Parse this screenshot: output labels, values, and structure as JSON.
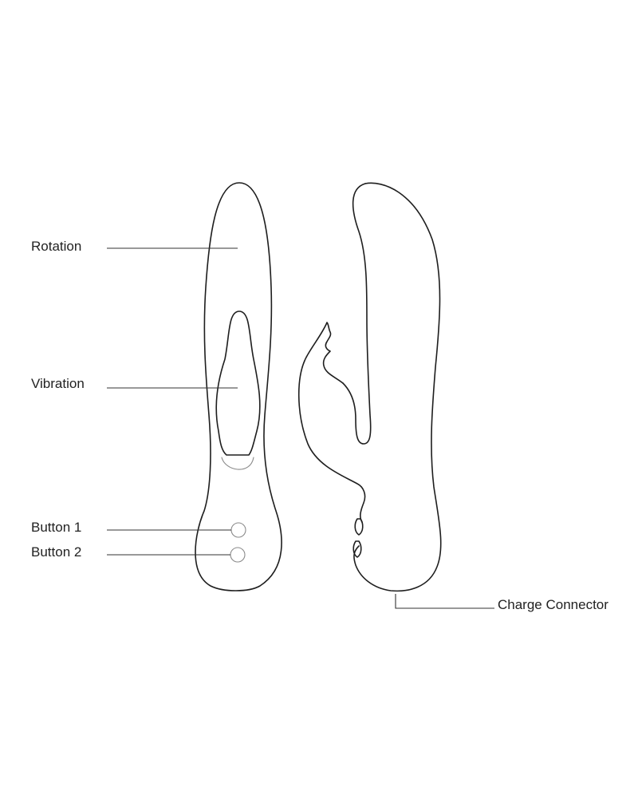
{
  "labels": {
    "rotation": "Rotation",
    "vibration": "Vibration",
    "button1": "Button 1",
    "button2": "Button 2",
    "charge_connector": "Charge Connector"
  },
  "colors": {
    "outline": "#1e1e1e",
    "leader": "#333333",
    "thin_detail": "#8a8a8a",
    "background": "#ffffff"
  }
}
